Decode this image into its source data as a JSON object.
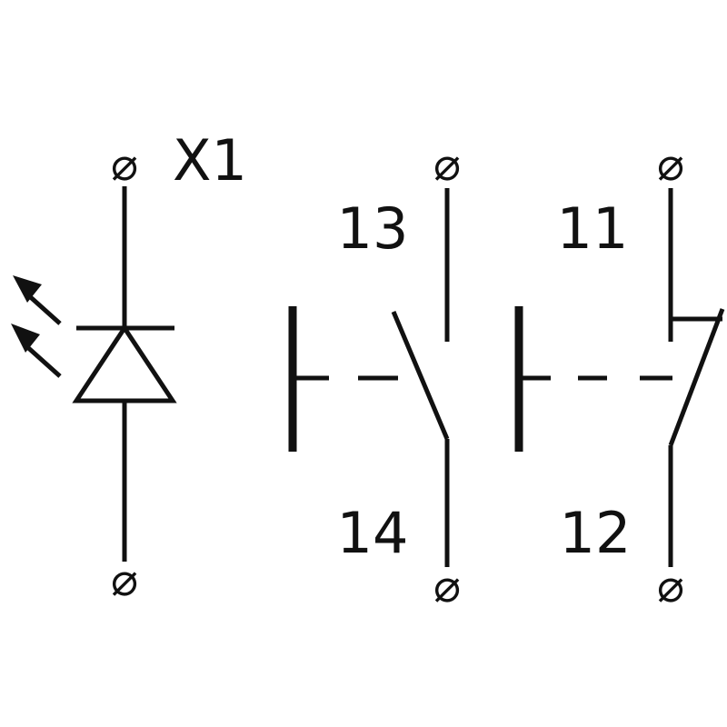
{
  "terminal_symbol": "⌀",
  "indicator_lamp": {
    "label": "X1"
  },
  "normally_open_contact": {
    "top_terminal": "13",
    "bottom_terminal": "14"
  },
  "normally_closed_contact": {
    "top_terminal": "11",
    "bottom_terminal": "12"
  },
  "line_color": "#111111",
  "background_color": "#ffffff"
}
